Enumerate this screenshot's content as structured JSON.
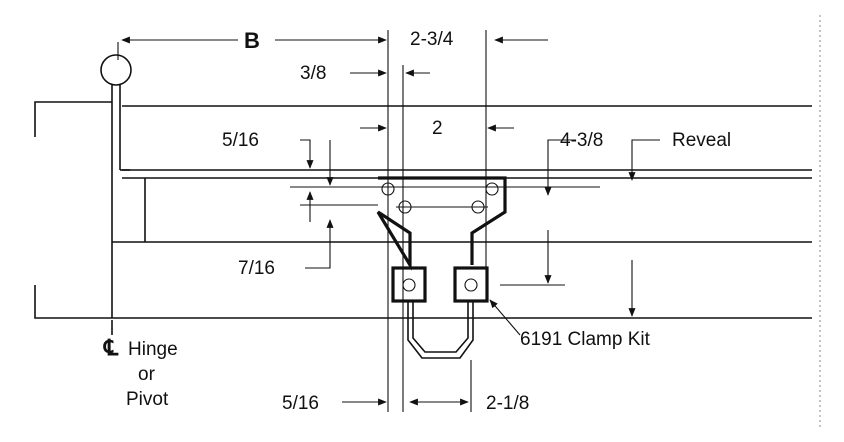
{
  "diagram": {
    "dimensions": {
      "b": "B",
      "two_three_quarter": "2-3/4",
      "three_eighths": "3/8",
      "two": "2",
      "five_sixteenths_top": "5/16",
      "four_three_eighths": "4-3/8",
      "reveal": "Reveal",
      "seven_sixteenths": "7/16",
      "clamp_kit": "6191 Clamp Kit",
      "five_sixteenths_bottom": "5/16",
      "two_one_eighth": "2-1/8"
    },
    "centerline": {
      "symbol": "℄",
      "line1": "Hinge",
      "line2": "or",
      "line3": "Pivot"
    }
  }
}
